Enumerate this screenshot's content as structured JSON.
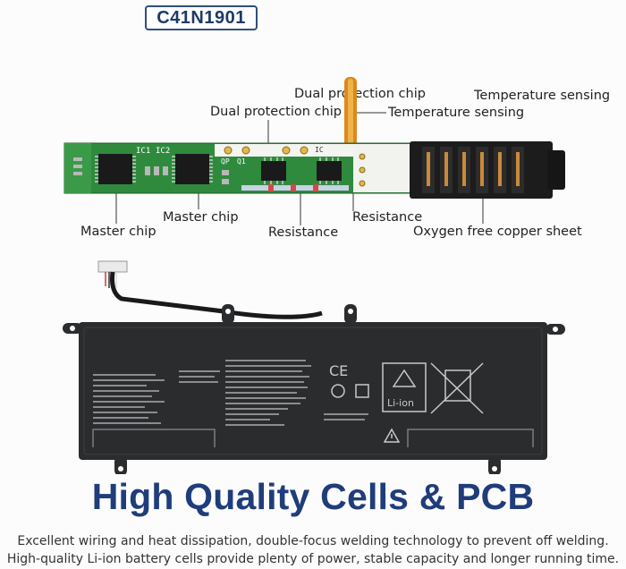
{
  "model": "C41N1901",
  "labels": {
    "dual_protection_top": "Dual protection chip",
    "dual_protection_mid": "Dual protection chip",
    "temp_sensing_top": "Temperature sensing",
    "temp_sensing_mid": "Temperature sensing",
    "master_chip_left": "Master chip",
    "master_chip_right": "Master chip",
    "resistance_left": "Resistance",
    "resistance_right": "Resistance",
    "copper_sheet": "Oxygen free copper sheet",
    "board_ic1": "IC1",
    "board_ic2": "IC2",
    "board_qp": "QP",
    "board_q1": "Q1",
    "board_ic": "IC"
  },
  "battery": {
    "certifications": [
      "CE",
      "Li-ion"
    ]
  },
  "headline": "High Quality Cells & PCB",
  "description_line1": "Excellent wiring and heat dissipation, double-focus welding technology to prevent off welding.",
  "description_line2": "High-quality Li-ion battery cells provide plenty of power, stable capacity and longer running time.",
  "colors": {
    "accent": "#1f3d7a",
    "pcb_green": "#2f8a3e",
    "battery_body": "#2a2c2e"
  }
}
